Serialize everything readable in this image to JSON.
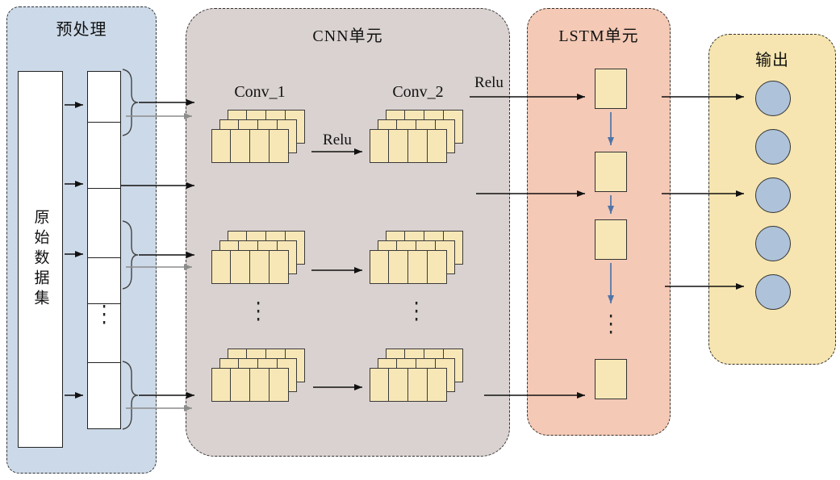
{
  "glyphs": {
    "vertical_ellipsis": "⋮"
  },
  "preprocess": {
    "title": "预处理",
    "dataset_label": "原始数据集"
  },
  "cnn": {
    "title": "CNN单元",
    "conv1_label": "Conv_1",
    "conv2_label": "Conv_2",
    "relu_label": "Relu"
  },
  "lstm": {
    "title": "LSTM单元"
  },
  "output": {
    "title": "输出"
  },
  "arrows": {
    "relu_label": "Relu"
  },
  "colors": {
    "preprocess_bg": "#ccd9e8",
    "cnn_bg": "#d9d2d0",
    "lstm_bg": "#f4c9b5",
    "output_bg": "#f6e5b0",
    "cell_fill": "#f8e7b6",
    "circle_fill": "#aec3da",
    "blue_arrow": "#4f74a8",
    "gray_arrow": "#8c8c8c",
    "black_arrow": "#111111"
  }
}
